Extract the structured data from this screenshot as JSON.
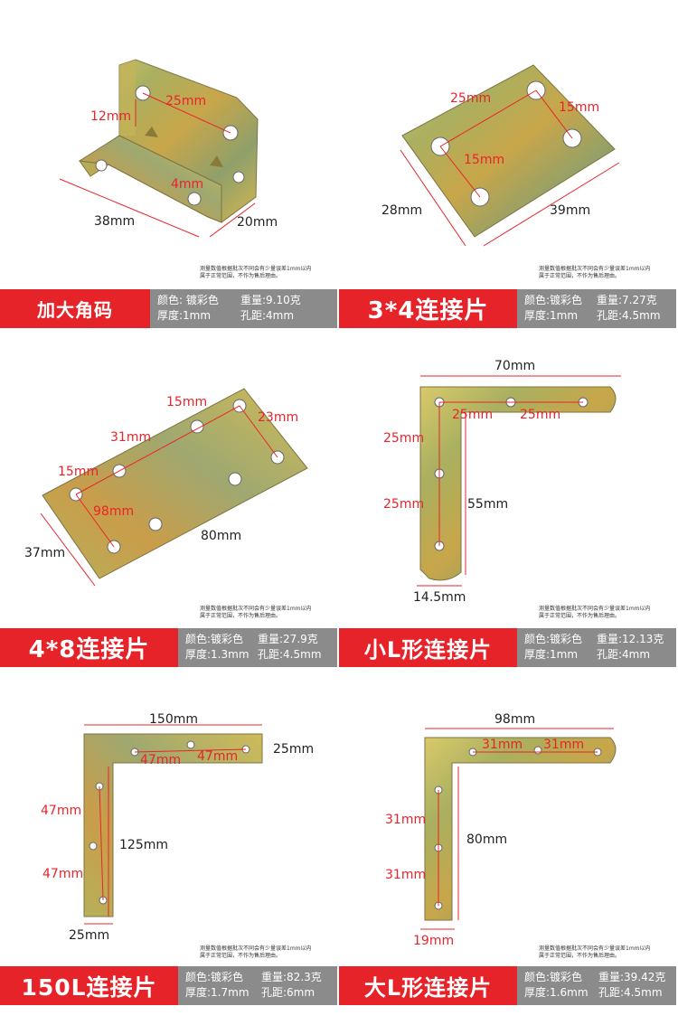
{
  "note": {
    "line1": "测量数值根据批次不同会有少量误差1mm以内",
    "line2": "属于正常范围，不作为售后理由。"
  },
  "labels": {
    "color": "颜色:",
    "weight": "重量:",
    "thickness": "厚度:",
    "pitch": "孔距:"
  },
  "products": [
    {
      "name": "加大角码",
      "color": "镀彩色",
      "weight": "9.10克",
      "thickness": "1mm",
      "pitch": "4mm",
      "dims": [
        "12mm",
        "25mm",
        "4mm",
        "38mm",
        "20mm"
      ]
    },
    {
      "name": "3*4连接片",
      "color": "镀彩色",
      "weight": "7.27克",
      "thickness": "1mm",
      "pitch": "4.5mm",
      "dims": [
        "25mm",
        "15mm",
        "15mm",
        "28mm",
        "39mm"
      ]
    },
    {
      "name": "4*8连接片",
      "color": "镀彩色",
      "weight": "27.9克",
      "thickness": "1.3mm",
      "pitch": "4.5mm",
      "dims": [
        "15mm",
        "23mm",
        "31mm",
        "15mm",
        "98mm",
        "80mm",
        "37mm"
      ]
    },
    {
      "name": "小L形连接片",
      "color": "镀彩色",
      "weight": "12.13克",
      "thickness": "1mm",
      "pitch": "4mm",
      "dims": [
        "70mm",
        "25mm",
        "25mm",
        "25mm",
        "25mm",
        "55mm",
        "14.5mm"
      ]
    },
    {
      "name": "150L连接片",
      "color": "镀彩色",
      "weight": "82.3克",
      "thickness": "1.7mm",
      "pitch": "6mm",
      "dims": [
        "150mm",
        "47mm",
        "47mm",
        "25mm",
        "47mm",
        "125mm",
        "47mm",
        "25mm"
      ]
    },
    {
      "name": "大L形连接片",
      "color": "镀彩色",
      "weight": "39.42克",
      "thickness": "1.6mm",
      "pitch": "4.5mm",
      "dims": [
        "98mm",
        "31mm",
        "31mm",
        "31mm",
        "80mm",
        "31mm",
        "19mm"
      ]
    }
  ],
  "colors": {
    "accent_red": "#e7232a",
    "spec_gray": "#8b8b8b",
    "metal": "#b4a24a"
  }
}
